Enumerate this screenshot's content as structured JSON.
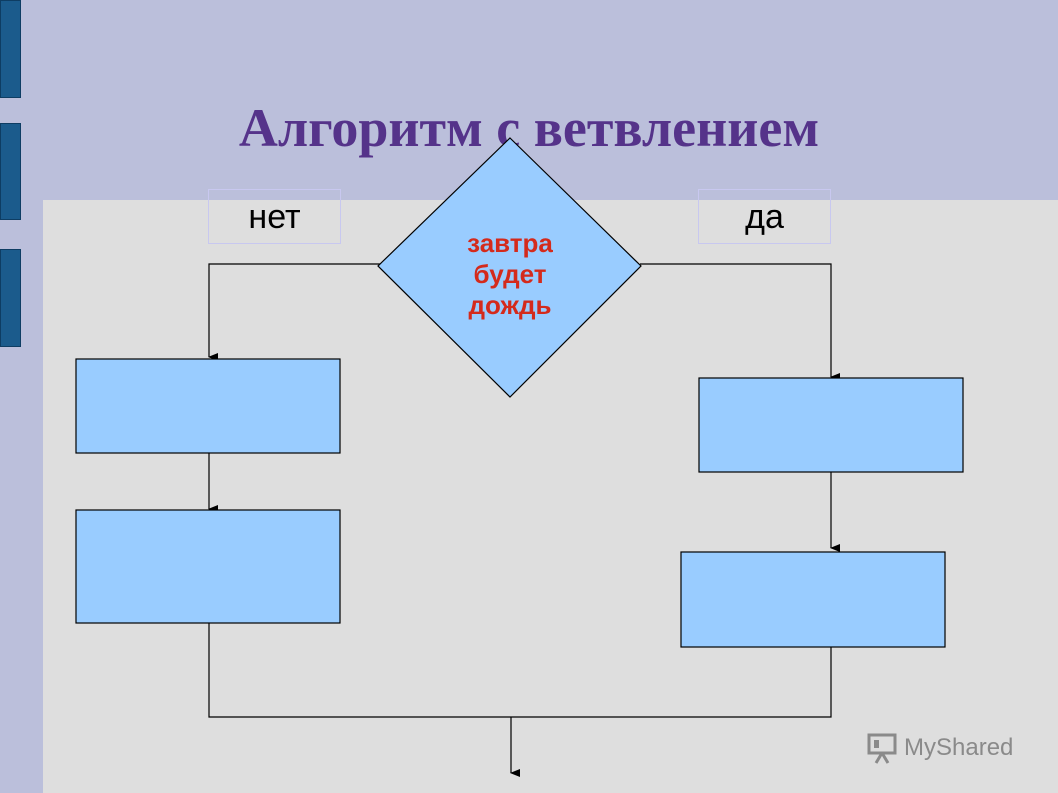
{
  "title": "Алгоритм с ветвлением",
  "diagram": {
    "condition": "завтра будет дождь",
    "no_label": "нет",
    "yes_label": "да"
  },
  "watermark": "MyShared",
  "colors": {
    "background": "#bbbfdb",
    "content_panel": "#dedede",
    "side_tabs": "#1b5b8c",
    "title": "#55338a",
    "shape_fill": "#99ccff",
    "condition_text": "#d42a1c"
  }
}
